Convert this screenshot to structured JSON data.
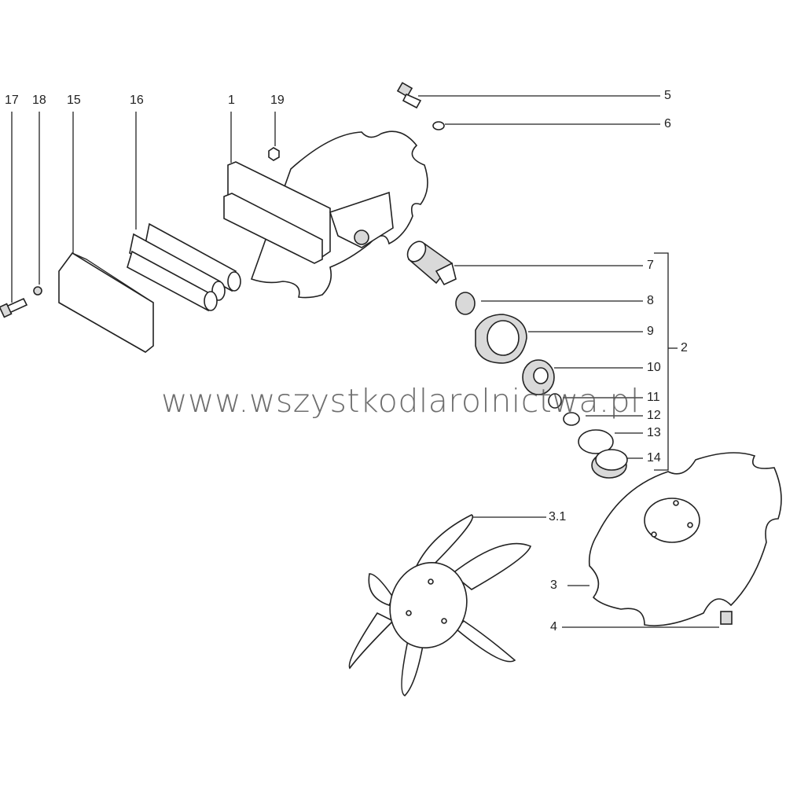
{
  "watermark": "www.wszystkodlarolnictwa.pl",
  "callouts": {
    "c17": "17",
    "c18": "18",
    "c15": "15",
    "c16": "16",
    "c1": "1",
    "c19": "19",
    "c5": "5",
    "c6": "6",
    "c7": "7",
    "c8": "8",
    "c9": "9",
    "c10": "10",
    "c11": "11",
    "c12": "12",
    "c13": "13",
    "c14": "14",
    "c2": "2",
    "c31": "3.1",
    "c3": "3",
    "c4": "4"
  }
}
